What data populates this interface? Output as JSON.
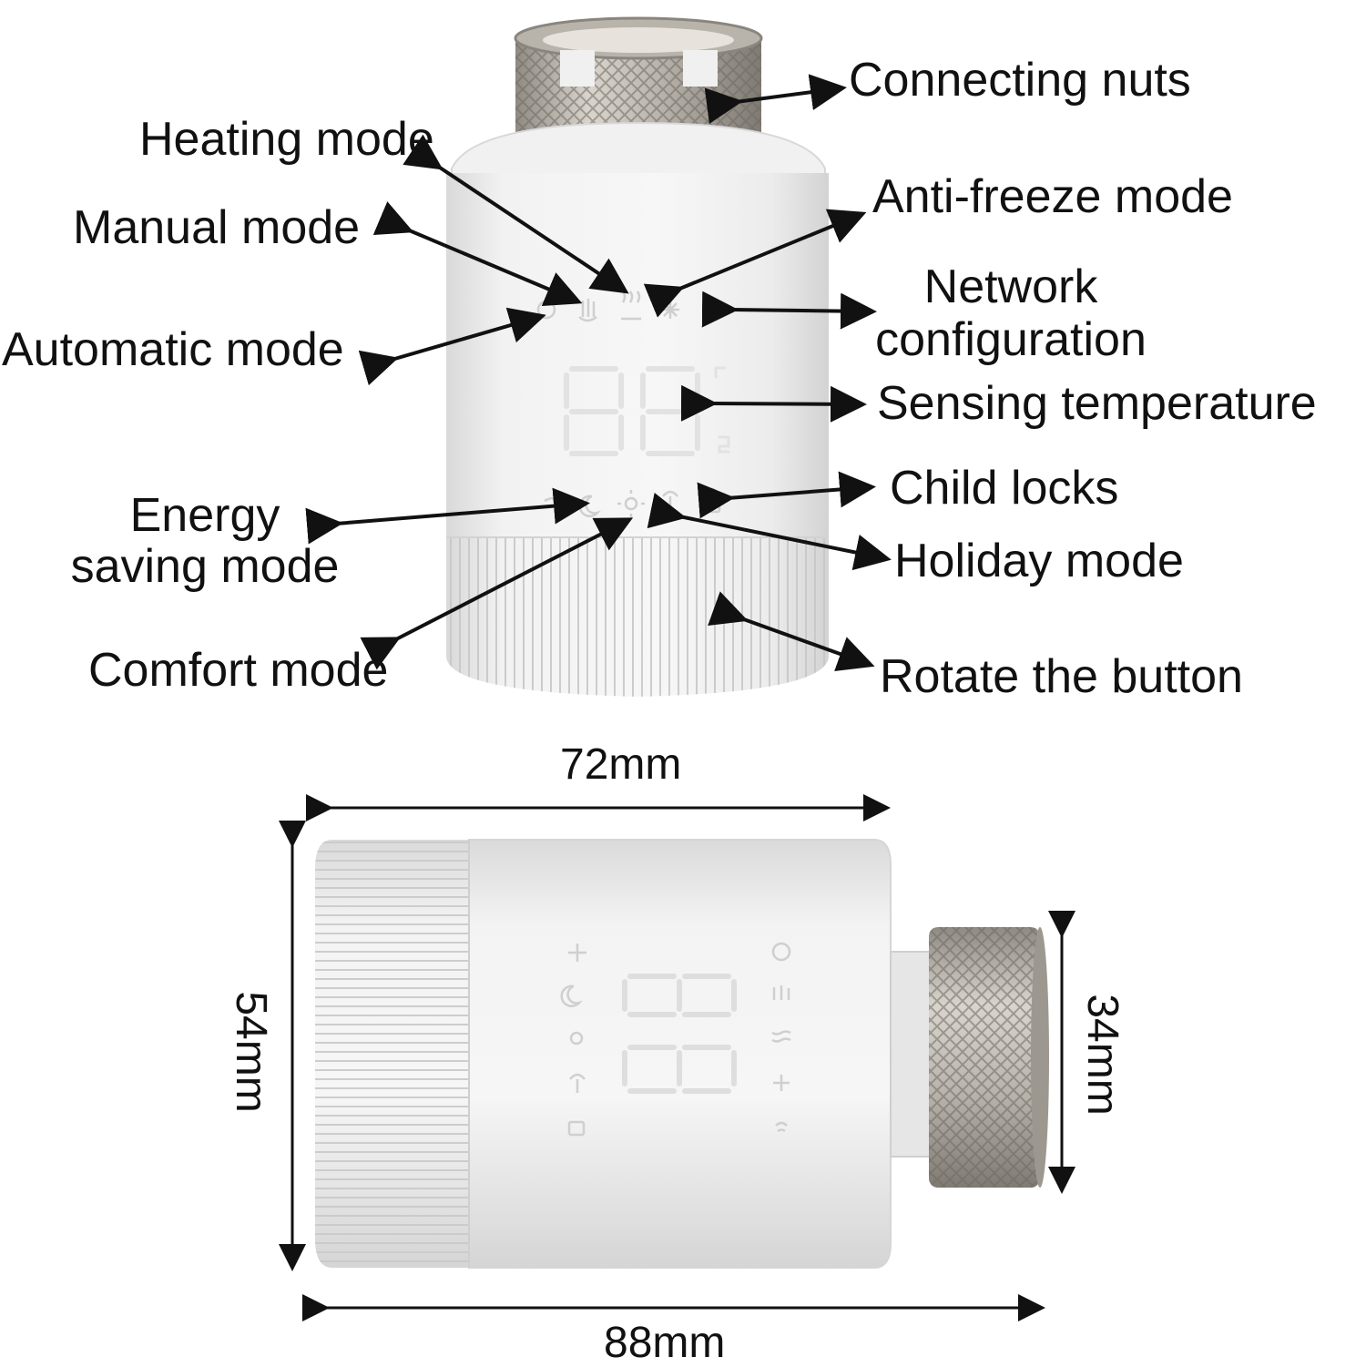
{
  "colors": {
    "background": "#ffffff",
    "text": "#111111",
    "housing": "#ececec",
    "housing_edge": "#c9c9c9",
    "display_glow": "#ffffff",
    "metal": "#a9a49c"
  },
  "callouts": {
    "connecting_nuts": "Connecting nuts",
    "heating_mode": "Heating mode",
    "anti_freeze_mode": "Anti-freeze mode",
    "manual_mode": "Manual mode",
    "network_configuration_line1": "Network",
    "network_configuration_line2": "configuration",
    "automatic_mode": "Automatic mode",
    "sensing_temperature": "Sensing temperature",
    "child_locks": "Child locks",
    "energy_saving_mode_line1": "Energy",
    "energy_saving_mode_line2": "saving mode",
    "holiday_mode": "Holiday mode",
    "comfort_mode": "Comfort mode",
    "rotate_the_button": "Rotate the button"
  },
  "dimensions": {
    "width_body": "72mm",
    "height": "54mm",
    "nut_diameter": "34mm",
    "total_length": "88mm"
  },
  "icons": {
    "top_row": [
      "automatic-mode-icon",
      "manual-mode-icon",
      "heating-mode-icon",
      "anti-freeze-icon",
      "wifi-icon"
    ],
    "bottom_row": [
      "energy-saving-icon",
      "comfort-mode-icon",
      "holiday-mode-icon",
      "child-lock-icon"
    ]
  }
}
